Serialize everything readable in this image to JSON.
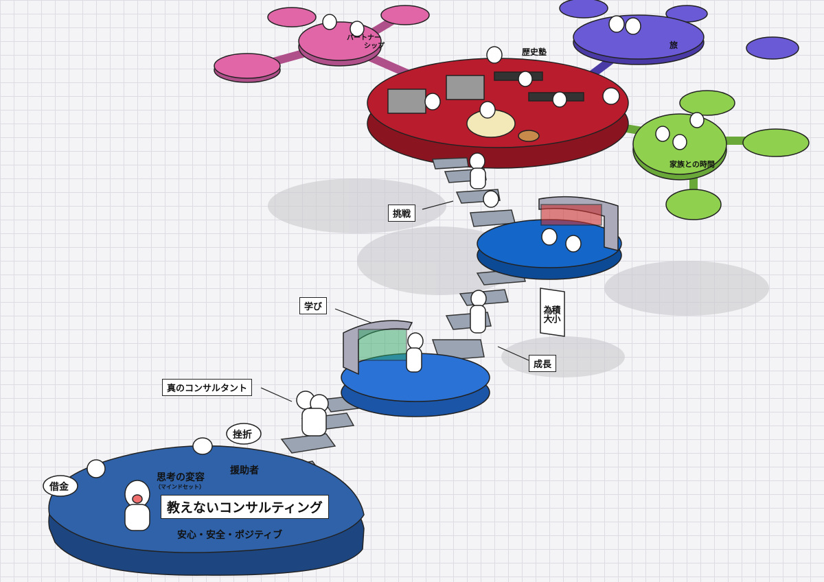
{
  "colors": {
    "base": "#2f62a8",
    "mid": "#2a72d6",
    "upper": "#1466c8",
    "center": "#b91c2c",
    "partner": "#e066a8",
    "travel": "#6a5ad6",
    "family": "#8fd14f"
  },
  "labels": {
    "partnership": "パートナー\nシップ",
    "partnership_1": "パートナー",
    "partnership_2": "シップ",
    "history": "歴史塾",
    "travel": "旅",
    "family": "家族との時間",
    "challenge": "挑戦",
    "book_col_right": "積小",
    "book_col_left": "為大",
    "learning": "学び",
    "growth": "成長",
    "true_consultant": "真のコンサルタント",
    "setback": "挫折",
    "helper": "援助者",
    "debt": "借金",
    "mindset": "思考の変容",
    "mindset_sub": "（マインドセット）",
    "main_title": "教えないコンサルティング",
    "base_motto": "安心・安全・ポジティブ"
  }
}
